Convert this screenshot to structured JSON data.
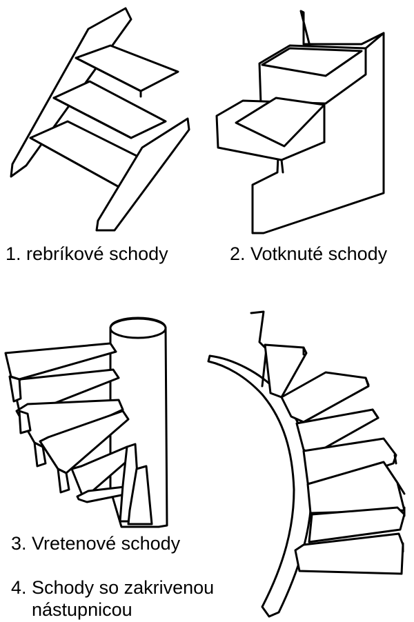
{
  "captions": {
    "c1": "1. rebríkové schody",
    "c2": "2. Votknuté schody",
    "c3": "3. Vretenové schody",
    "c4_line1": "4. Schody so zakrivenou",
    "c4_line2": "nástupnicou"
  },
  "colors": {
    "ink": "#000000",
    "paper": "#ffffff"
  }
}
